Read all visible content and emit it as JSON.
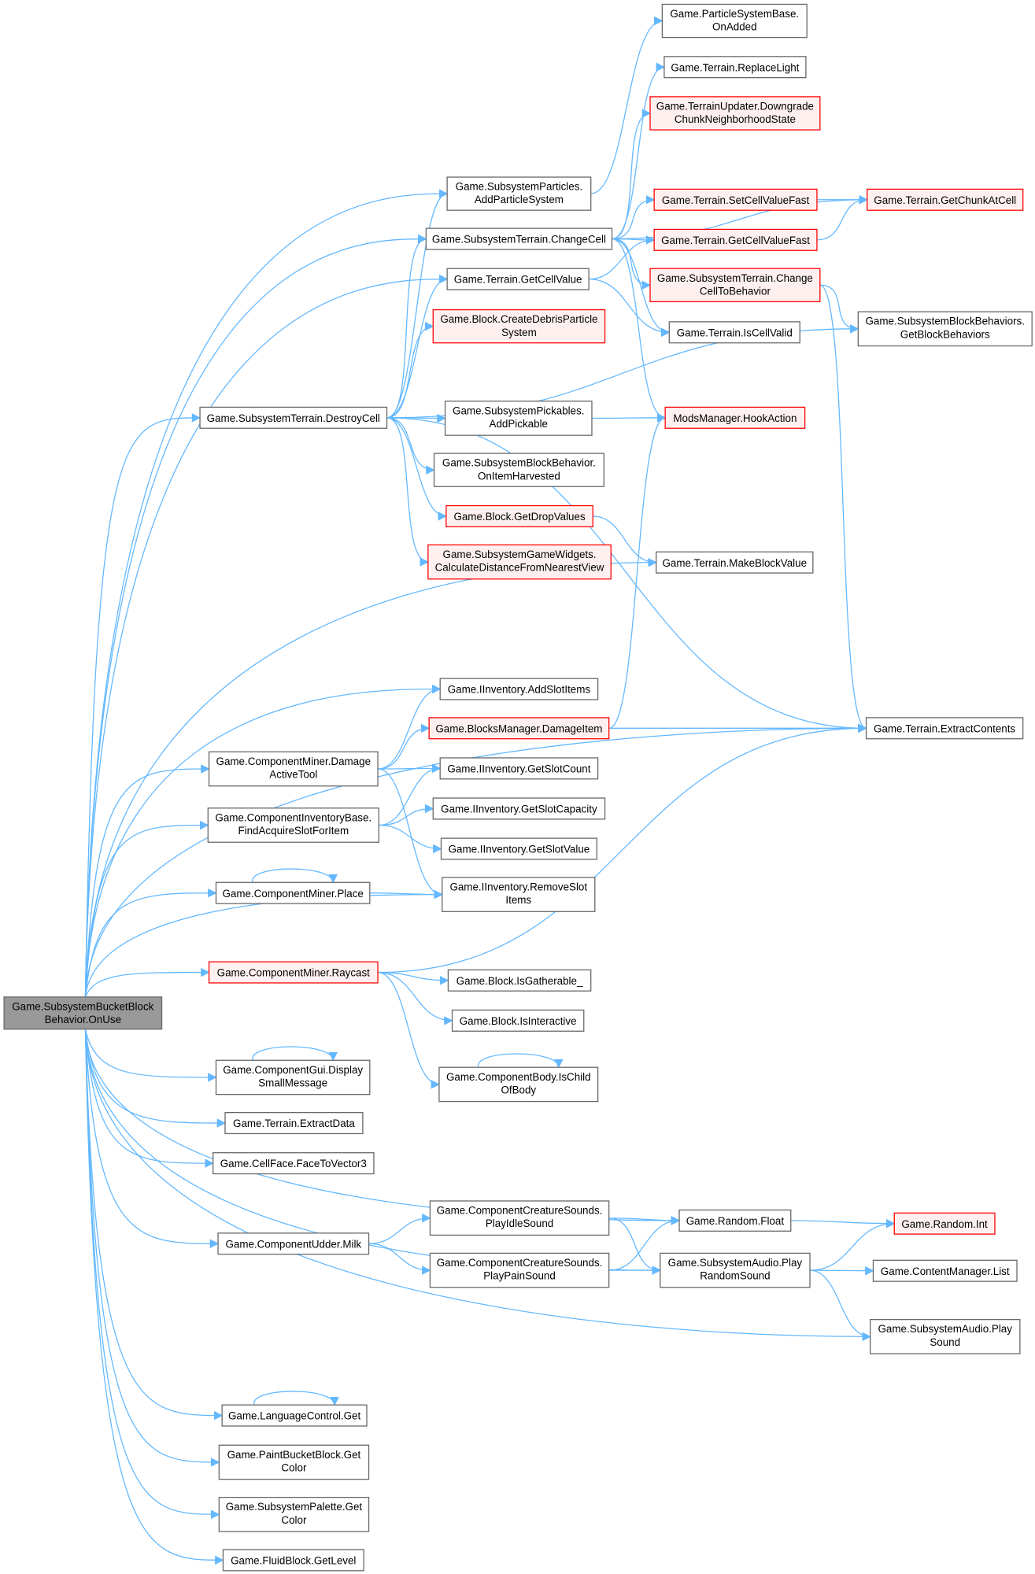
{
  "colors": {
    "edge": "#63b8ff",
    "node_border": "#666666",
    "node_fill": "#ffffff",
    "red_border": "#ff0000",
    "red_fill": "#fff0f0",
    "root_fill": "#999999"
  },
  "nodes": [
    {
      "id": "main",
      "lines": [
        "Game.SubsystemBucketBlock",
        "Behavior.OnUse"
      ],
      "style": "root"
    },
    {
      "id": "onadded",
      "lines": [
        "Game.ParticleSystemBase.",
        "OnAdded"
      ],
      "style": "normal"
    },
    {
      "id": "replacelight",
      "lines": [
        "Game.Terrain.ReplaceLight"
      ],
      "style": "normal"
    },
    {
      "id": "downgrade",
      "lines": [
        "Game.TerrainUpdater.Downgrade",
        "ChunkNeighborhoodState"
      ],
      "style": "red"
    },
    {
      "id": "addps",
      "lines": [
        "Game.SubsystemParticles.",
        "AddParticleSystem"
      ],
      "style": "normal"
    },
    {
      "id": "changecell",
      "lines": [
        "Game.SubsystemTerrain.ChangeCell"
      ],
      "style": "normal"
    },
    {
      "id": "setcvf",
      "lines": [
        "Game.Terrain.SetCellValueFast"
      ],
      "style": "red"
    },
    {
      "id": "getchunk",
      "lines": [
        "Game.Terrain.GetChunkAtCell"
      ],
      "style": "red"
    },
    {
      "id": "getcvf",
      "lines": [
        "Game.Terrain.GetCellValueFast"
      ],
      "style": "red"
    },
    {
      "id": "getcv",
      "lines": [
        "Game.Terrain.GetCellValue"
      ],
      "style": "normal"
    },
    {
      "id": "cctb",
      "lines": [
        "Game.SubsystemTerrain.Change",
        "CellToBehavior"
      ],
      "style": "red"
    },
    {
      "id": "iscellvalid",
      "lines": [
        "Game.Terrain.IsCellValid"
      ],
      "style": "normal"
    },
    {
      "id": "debris",
      "lines": [
        "Game.Block.CreateDebrisParticle",
        "System"
      ],
      "style": "red"
    },
    {
      "id": "getbb",
      "lines": [
        "Game.SubsystemBlockBehaviors.",
        "GetBlockBehaviors"
      ],
      "style": "normal"
    },
    {
      "id": "destroycell",
      "lines": [
        "Game.SubsystemTerrain.DestroyCell"
      ],
      "style": "normal"
    },
    {
      "id": "addpickable",
      "lines": [
        "Game.SubsystemPickables.",
        "AddPickable"
      ],
      "style": "normal"
    },
    {
      "id": "hook",
      "lines": [
        "ModsManager.HookAction"
      ],
      "style": "red"
    },
    {
      "id": "harvested",
      "lines": [
        "Game.SubsystemBlockBehavior.",
        "OnItemHarvested"
      ],
      "style": "normal"
    },
    {
      "id": "getdrop",
      "lines": [
        "Game.Block.GetDropValues"
      ],
      "style": "red"
    },
    {
      "id": "calcdist",
      "lines": [
        "Game.SubsystemGameWidgets.",
        "CalculateDistanceFromNearestView"
      ],
      "style": "red"
    },
    {
      "id": "makebv",
      "lines": [
        "Game.Terrain.MakeBlockValue"
      ],
      "style": "normal"
    },
    {
      "id": "addslot",
      "lines": [
        "Game.IInventory.AddSlotItems"
      ],
      "style": "normal"
    },
    {
      "id": "damageitem",
      "lines": [
        "Game.BlocksManager.DamageItem"
      ],
      "style": "red"
    },
    {
      "id": "extractcontents",
      "lines": [
        "Game.Terrain.ExtractContents"
      ],
      "style": "normal"
    },
    {
      "id": "damagetool",
      "lines": [
        "Game.ComponentMiner.Damage",
        "ActiveTool"
      ],
      "style": "normal"
    },
    {
      "id": "slotcount",
      "lines": [
        "Game.IInventory.GetSlotCount"
      ],
      "style": "normal"
    },
    {
      "id": "findacquire",
      "lines": [
        "Game.ComponentInventoryBase.",
        "FindAcquireSlotForItem"
      ],
      "style": "normal"
    },
    {
      "id": "slotcap",
      "lines": [
        "Game.IInventory.GetSlotCapacity"
      ],
      "style": "normal"
    },
    {
      "id": "slotvalue",
      "lines": [
        "Game.IInventory.GetSlotValue"
      ],
      "style": "normal"
    },
    {
      "id": "place",
      "lines": [
        "Game.ComponentMiner.Place"
      ],
      "style": "normal"
    },
    {
      "id": "removeslot",
      "lines": [
        "Game.IInventory.RemoveSlot",
        "Items"
      ],
      "style": "normal"
    },
    {
      "id": "raycast",
      "lines": [
        "Game.ComponentMiner.Raycast"
      ],
      "style": "red"
    },
    {
      "id": "gatherable",
      "lines": [
        "Game.Block.IsGatherable_"
      ],
      "style": "normal"
    },
    {
      "id": "interactive",
      "lines": [
        "Game.Block.IsInteractive"
      ],
      "style": "normal"
    },
    {
      "id": "ischild",
      "lines": [
        "Game.ComponentBody.IsChild",
        "OfBody"
      ],
      "style": "normal"
    },
    {
      "id": "smallmsg",
      "lines": [
        "Game.ComponentGui.Display",
        "SmallMessage"
      ],
      "style": "normal"
    },
    {
      "id": "extractdata",
      "lines": [
        "Game.Terrain.ExtractData"
      ],
      "style": "normal"
    },
    {
      "id": "facetovec",
      "lines": [
        "Game.CellFace.FaceToVector3"
      ],
      "style": "normal"
    },
    {
      "id": "idlesound",
      "lines": [
        "Game.ComponentCreatureSounds.",
        "PlayIdleSound"
      ],
      "style": "normal"
    },
    {
      "id": "randfloat",
      "lines": [
        "Game.Random.Float"
      ],
      "style": "normal"
    },
    {
      "id": "randint",
      "lines": [
        "Game.Random.Int"
      ],
      "style": "red"
    },
    {
      "id": "milk",
      "lines": [
        "Game.ComponentUdder.Milk"
      ],
      "style": "normal"
    },
    {
      "id": "painsound",
      "lines": [
        "Game.ComponentCreatureSounds.",
        "PlayPainSound"
      ],
      "style": "normal"
    },
    {
      "id": "playrandom",
      "lines": [
        "Game.SubsystemAudio.Play",
        "RandomSound"
      ],
      "style": "normal"
    },
    {
      "id": "contentlist",
      "lines": [
        "Game.ContentManager.List"
      ],
      "style": "normal"
    },
    {
      "id": "playsound",
      "lines": [
        "Game.SubsystemAudio.Play",
        "Sound"
      ],
      "style": "normal"
    },
    {
      "id": "langget",
      "lines": [
        "Game.LanguageControl.Get"
      ],
      "style": "normal"
    },
    {
      "id": "paintcolor",
      "lines": [
        "Game.PaintBucketBlock.Get",
        "Color"
      ],
      "style": "normal"
    },
    {
      "id": "palettecolor",
      "lines": [
        "Game.SubsystemPalette.Get",
        "Color"
      ],
      "style": "normal"
    },
    {
      "id": "fluidlevel",
      "lines": [
        "Game.FluidBlock.GetLevel"
      ],
      "style": "normal"
    }
  ],
  "edges": [
    [
      "main",
      "addps"
    ],
    [
      "main",
      "changecell"
    ],
    [
      "main",
      "getcv"
    ],
    [
      "main",
      "destroycell"
    ],
    [
      "main",
      "makebv"
    ],
    [
      "main",
      "addslot"
    ],
    [
      "main",
      "damagetool"
    ],
    [
      "main",
      "findacquire"
    ],
    [
      "main",
      "place"
    ],
    [
      "main",
      "removeslot"
    ],
    [
      "main",
      "raycast"
    ],
    [
      "main",
      "extractcontents"
    ],
    [
      "main",
      "smallmsg"
    ],
    [
      "main",
      "extractdata"
    ],
    [
      "main",
      "facetovec"
    ],
    [
      "main",
      "randfloat"
    ],
    [
      "main",
      "milk"
    ],
    [
      "main",
      "playrandom"
    ],
    [
      "main",
      "playsound"
    ],
    [
      "main",
      "langget"
    ],
    [
      "main",
      "paintcolor"
    ],
    [
      "main",
      "palettecolor"
    ],
    [
      "main",
      "fluidlevel"
    ],
    [
      "addps",
      "onadded"
    ],
    [
      "changecell",
      "replacelight"
    ],
    [
      "changecell",
      "downgrade"
    ],
    [
      "changecell",
      "getchunk"
    ],
    [
      "changecell",
      "setcvf"
    ],
    [
      "changecell",
      "getcvf"
    ],
    [
      "changecell",
      "cctb"
    ],
    [
      "changecell",
      "iscellvalid"
    ],
    [
      "changecell",
      "hook"
    ],
    [
      "setcvf",
      "getchunk"
    ],
    [
      "getcvf",
      "getchunk"
    ],
    [
      "getcv",
      "getcvf"
    ],
    [
      "getcv",
      "iscellvalid"
    ],
    [
      "cctb",
      "getbb"
    ],
    [
      "cctb",
      "extractcontents"
    ],
    [
      "destroycell",
      "addps"
    ],
    [
      "destroycell",
      "changecell"
    ],
    [
      "destroycell",
      "getcv"
    ],
    [
      "destroycell",
      "debris"
    ],
    [
      "destroycell",
      "getbb"
    ],
    [
      "destroycell",
      "addpickable"
    ],
    [
      "destroycell",
      "harvested"
    ],
    [
      "destroycell",
      "getdrop"
    ],
    [
      "destroycell",
      "calcdist"
    ],
    [
      "destroycell",
      "extractcontents"
    ],
    [
      "addpickable",
      "hook"
    ],
    [
      "getdrop",
      "makebv"
    ],
    [
      "damageitem",
      "hook"
    ],
    [
      "damageitem",
      "extractcontents"
    ],
    [
      "damagetool",
      "addslot"
    ],
    [
      "damagetool",
      "damageitem"
    ],
    [
      "damagetool",
      "slotcount"
    ],
    [
      "damagetool",
      "removeslot"
    ],
    [
      "findacquire",
      "slotcount"
    ],
    [
      "findacquire",
      "slotcap"
    ],
    [
      "findacquire",
      "slotvalue"
    ],
    [
      "place",
      "removeslot"
    ],
    [
      "place",
      "place"
    ],
    [
      "raycast",
      "gatherable"
    ],
    [
      "raycast",
      "interactive"
    ],
    [
      "raycast",
      "ischild"
    ],
    [
      "raycast",
      "extractcontents"
    ],
    [
      "ischild",
      "ischild"
    ],
    [
      "smallmsg",
      "smallmsg"
    ],
    [
      "langget",
      "langget"
    ],
    [
      "milk",
      "idlesound"
    ],
    [
      "milk",
      "painsound"
    ],
    [
      "idlesound",
      "randfloat"
    ],
    [
      "idlesound",
      "playrandom"
    ],
    [
      "painsound",
      "randfloat"
    ],
    [
      "painsound",
      "playrandom"
    ],
    [
      "randfloat",
      "randint"
    ],
    [
      "playrandom",
      "randint"
    ],
    [
      "playrandom",
      "contentlist"
    ],
    [
      "playrandom",
      "playsound"
    ]
  ]
}
